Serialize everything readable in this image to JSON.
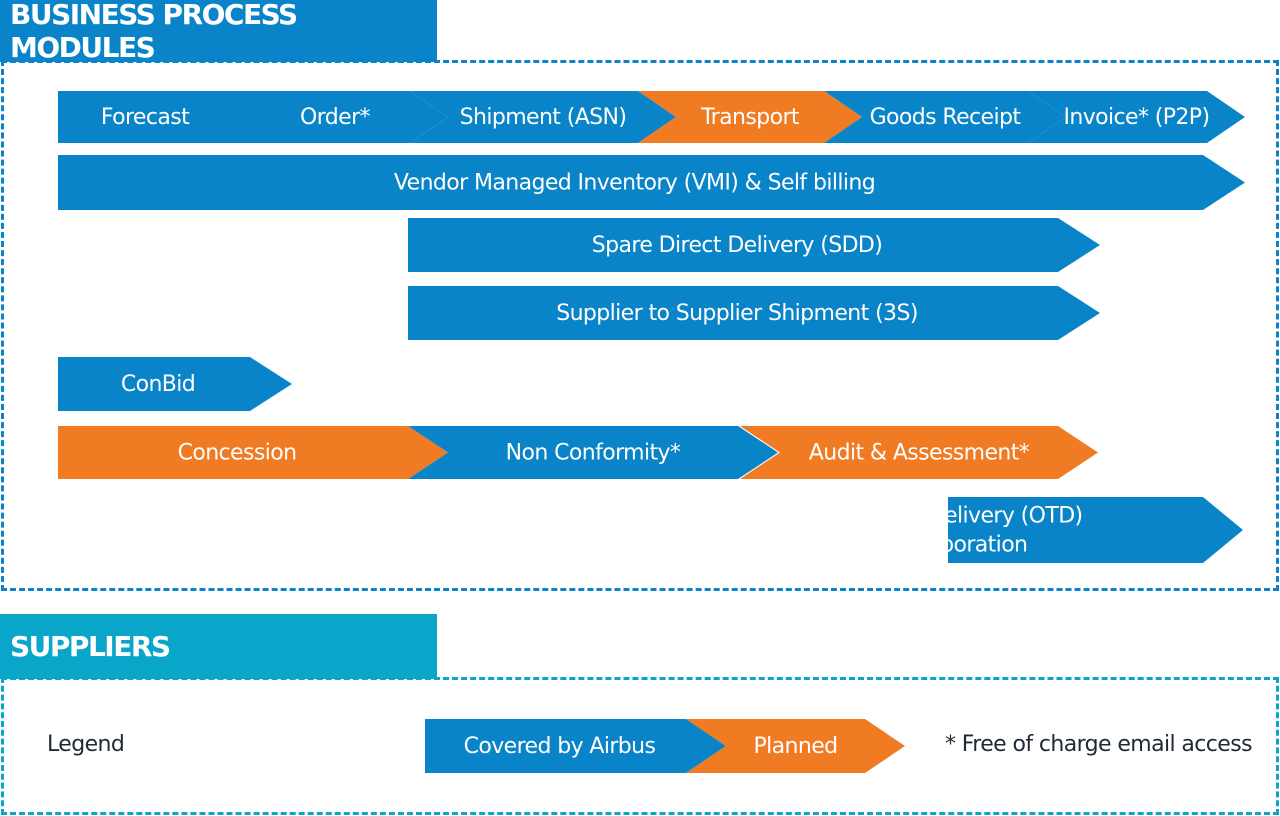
{
  "headers": {
    "business_process_modules": "BUSINESS PROCESS MODULES",
    "suppliers": "SUPPLIERS"
  },
  "colors": {
    "covered": "#0a84c9",
    "planned": "#f07b23",
    "suppliers_tab": "#0aa6c9"
  },
  "process_rows": [
    [
      {
        "label": "Forecast",
        "status": "covered"
      },
      {
        "label": "Order*",
        "status": "covered"
      },
      {
        "label": "Shipment (ASN)",
        "status": "covered"
      },
      {
        "label": "Transport",
        "status": "planned"
      },
      {
        "label": "Goods Receipt",
        "status": "covered"
      },
      {
        "label": "Invoice* (P2P)",
        "status": "covered"
      }
    ],
    [
      {
        "label": "Vendor Managed Inventory (VMI) & Self billing",
        "status": "covered"
      }
    ],
    [
      {
        "label": "Spare Direct Delivery (SDD)",
        "status": "covered"
      }
    ],
    [
      {
        "label": "Supplier to Supplier Shipment (3S)",
        "status": "covered"
      }
    ],
    [
      {
        "label": "ConBid",
        "status": "covered"
      }
    ],
    [
      {
        "label": "Concession",
        "status": "planned"
      },
      {
        "label": "Non Conformity*",
        "status": "covered"
      },
      {
        "label": "Audit & Assessment*",
        "status": "planned"
      }
    ],
    [
      {
        "label": "On Time Delivery (OTD)\nCollaboration",
        "status": "covered"
      }
    ]
  ],
  "legend": {
    "label": "Legend",
    "items": [
      {
        "label": "Covered by Airbus",
        "status": "covered"
      },
      {
        "label": "Planned",
        "status": "planned"
      }
    ],
    "footnote": "* Free of charge email access"
  }
}
